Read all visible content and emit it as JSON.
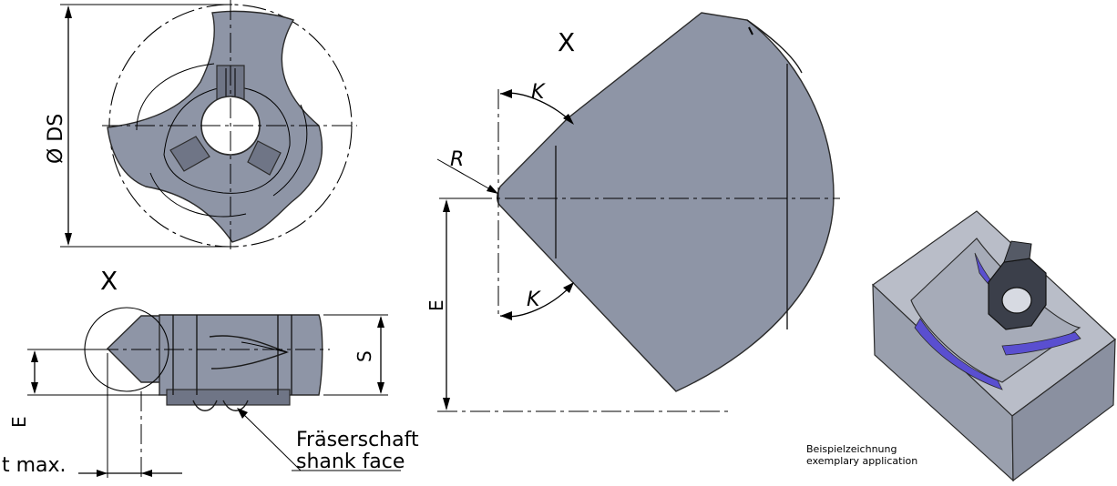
{
  "views": {
    "detail_x_label": "X",
    "side_view_x_label": "X"
  },
  "dimensions": {
    "diameter": "Ø DS",
    "height_s": "S",
    "edge_e_side": "E",
    "edge_e_detail": "E",
    "t_max": "t max.",
    "radius": "R",
    "angle_k_top": "K",
    "angle_k_bottom": "K"
  },
  "annotations": {
    "shank_de": "Fräserschaft",
    "shank_en": "shank face",
    "example_de": "Beispielzeichnung",
    "example_en": "exemplary application"
  },
  "colors": {
    "part_fill": "#8e95a6",
    "part_dark": "#6f7586",
    "insert_dark": "#3b3f4a",
    "groove_accent": "#5a4fd0",
    "block_fill": "#a3a8b5"
  }
}
